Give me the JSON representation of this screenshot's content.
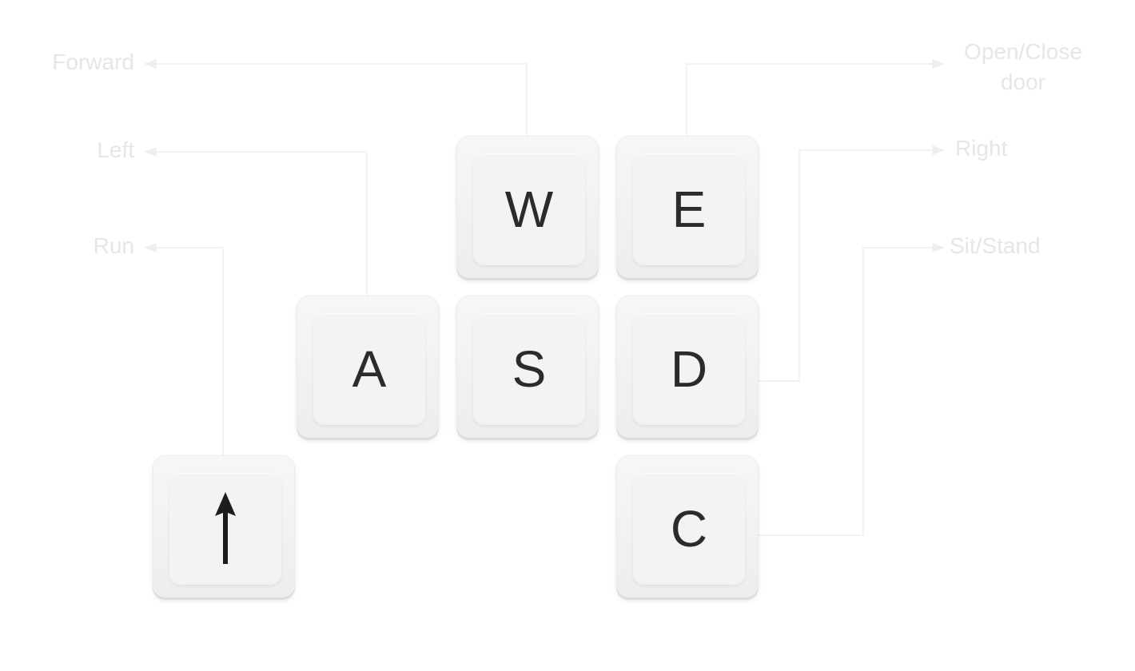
{
  "colors": {
    "label": "#e6e6e6",
    "connector": "#eeeeee",
    "key_body": "#f4f4f4",
    "key_text": "#2b2b2b"
  },
  "keys": {
    "w": {
      "letter": "W"
    },
    "e": {
      "letter": "E"
    },
    "a": {
      "letter": "A"
    },
    "s": {
      "letter": "S"
    },
    "d": {
      "letter": "D"
    },
    "c": {
      "letter": "C"
    },
    "shift": {
      "icon": "up-arrow-icon"
    }
  },
  "actions": {
    "forward": "Forward",
    "left": "Left",
    "run": "Run",
    "open_close_door_line1": "Open/Close",
    "open_close_door_line2": "door",
    "right": "Right",
    "sit_stand": "Sit/Stand"
  }
}
